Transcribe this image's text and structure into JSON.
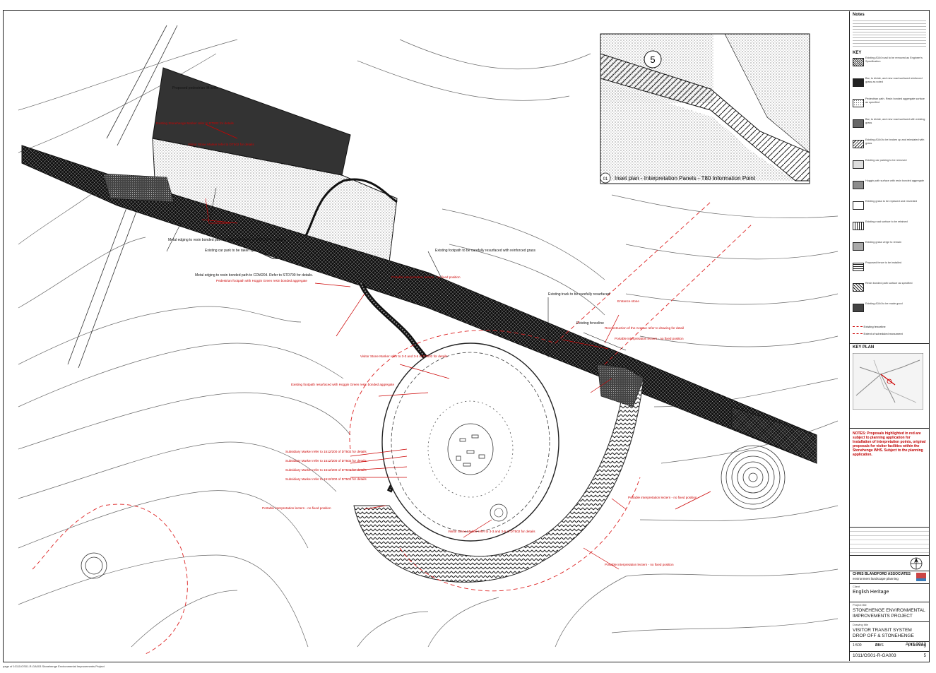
{
  "inset": {
    "number": "01",
    "title": "Inset plan - Interpretation Panels - T80 Information Point",
    "marker": "5"
  },
  "labels_black": [
    "Proposed pedestrian lift area",
    "Metal edging to resin bonded path to CDM204. Refer to STD700 for details.",
    "Metal edging to resin bonded path to CDM204. Refer to STD700 for details.",
    "Existing car park to be taken up",
    "Existing footpath to be carefully resurfaced with reinforced grass",
    "Existing track to be carefully resurfaced",
    "Existing fenceline"
  ],
  "labels_red": [
    "Existing Stonehenge Marker refer to DT502 for details",
    "Visitor Stone Marker refer to DT502 for details",
    "Pedestrian footpath with Hoggin Green resin bonded aggregate",
    "Existing footpath resurfaced with Hoggin Green resin bonded aggregate",
    "Visitor Stone Marker refer to 3-3 and 3-5 of DT502 for details",
    "Portable interpretation lectern - no fixed position",
    "Portable interpretation lectern - no fixed position",
    "Portable interpretation lectern - no fixed position",
    "Portable interpretation lectern - no fixed position",
    "Visitor Stone Marker refer to 3-3 and 3-5 of DT502 for details",
    "Subsidiary Marker refer to 1512/200 of DT502 for details",
    "Subsidiary Marker refer to 1512/200 of DT502 for details",
    "Subsidiary Marker refer to 1512/200 of DT502 for details",
    "Subsidiary Marker refer to 1512/200 of DT502 for details",
    "Reconstruction of the Avenue refer to drawing for detail",
    "Portable interpretation lectern - no fixed position",
    "Entrance stone"
  ],
  "key": {
    "title": "KEY",
    "items": [
      "Existing A344 road to be removed as Engineer's Specification",
      "Bar, to divide, and new road surfaced reinforced grass as noted",
      "Pedestrian path. Resin bonded aggregate surface as specified",
      "Bar, to divide, and new road surfaced with existing grass",
      "Existing A344 to be broken up and reinstated with grass",
      "Existing car parking to be removed",
      "Hoggin path surface with resin bonded aggregate",
      "Existing grass to be replaced and reseeded",
      "Existing road surface to be retained",
      "Existing grass verge to remain",
      "Proposed fence to be installed",
      "Resin bonded path surface as specified",
      "Existing A344 to be made good"
    ],
    "line_items": [
      "Existing fenceline",
      "Extent of scheduled monument"
    ]
  },
  "panel": {
    "notes_title": "Notes",
    "key_plan_title": "KEY PLAN",
    "red_notes": "NOTES: Proposals highlighted in red are subject to planning application for Installation of Interpretation points, original proposals for visitor facilities within the Stonehenge WHS. Subject to the planning application.",
    "firm": "CHRIS BLANDFORD ASSOCIATES",
    "firm_sub": "environment  landscape  planning",
    "client_label": "Client",
    "client": "English Heritage",
    "project_label": "Project title",
    "project": "STONEHENGE ENVIRONMENTAL IMPROVEMENTS PROJECT",
    "drawing_label": "Drawing title",
    "drawing_title": "VISITOR TRANSIT SYSTEM DROP OFF & STONEHENGE",
    "scale": "1:500",
    "size": "A1",
    "date": "April 2012",
    "status": "Planning",
    "drawn": "DWS",
    "drawing_no": "1011/OS01-R-GA003",
    "rev": "5"
  },
  "footer": "page of 10111/OS01-R-GA003 Stonehenge Environmental Improvements Project"
}
